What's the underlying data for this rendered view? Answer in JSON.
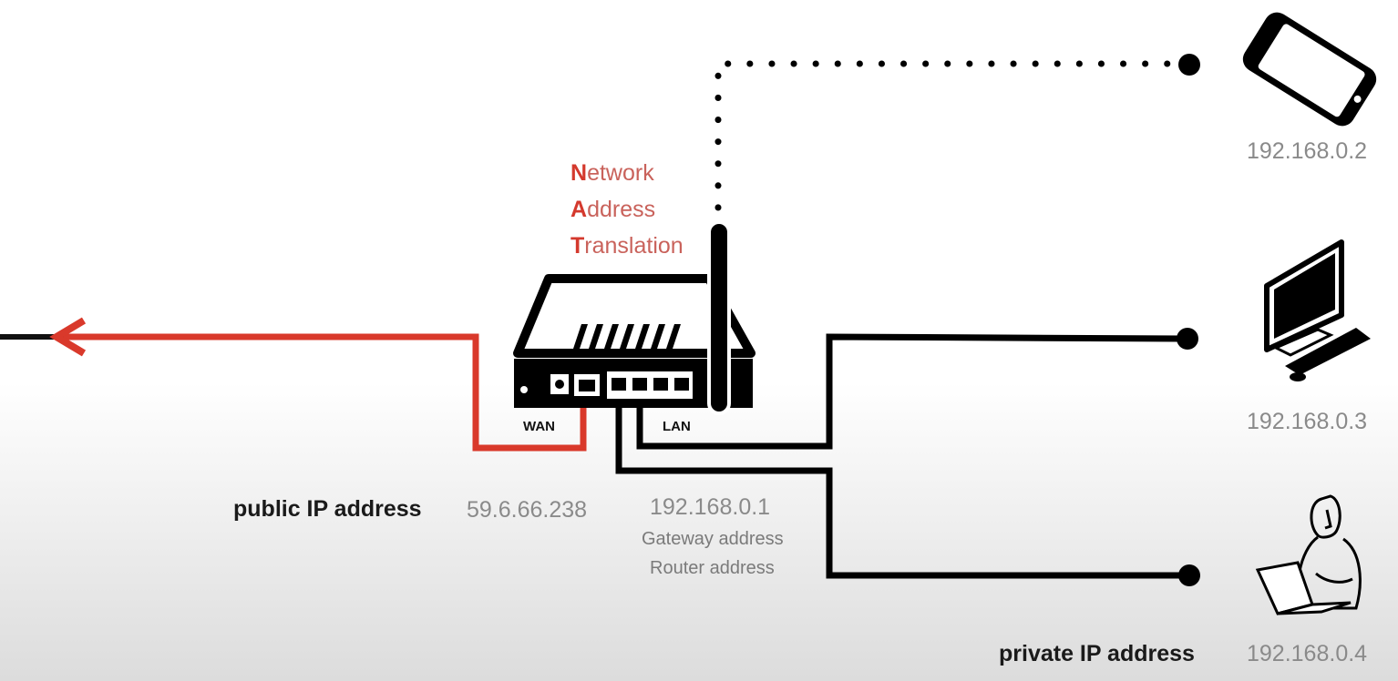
{
  "nat": {
    "lines": [
      {
        "initial": "N",
        "rest": "etwork"
      },
      {
        "initial": "A",
        "rest": "ddress"
      },
      {
        "initial": "T",
        "rest": "ranslation"
      }
    ]
  },
  "router": {
    "wan_label": "WAN",
    "lan_label": "LAN",
    "gateway_ip": "192.168.0.1",
    "gateway_desc": "Gateway address",
    "router_desc": "Router address"
  },
  "public": {
    "label": "public IP address",
    "ip": "59.6.66.238"
  },
  "private": {
    "label": "private IP address"
  },
  "devices": [
    {
      "icon": "smartphone-icon",
      "ip": "192.168.0.2"
    },
    {
      "icon": "desktop-computer-icon",
      "ip": "192.168.0.3"
    },
    {
      "icon": "laptop-user-icon",
      "ip": "192.168.0.4"
    }
  ],
  "colors": {
    "wan_line": "#d9392b",
    "lan_line": "#000000",
    "nat_initial": "#d4392d",
    "nat_text": "#c9625b",
    "ip_text": "#8a8a8a"
  }
}
